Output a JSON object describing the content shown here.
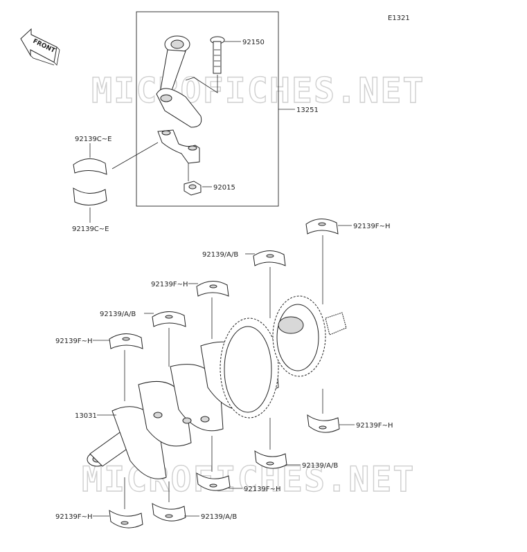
{
  "diagram_id": "E1321",
  "front_label": "FRONT",
  "watermark": "MICROFICHES.NET",
  "labels": {
    "p92150": "92150",
    "p13251": "13251",
    "p92015": "92015",
    "p92139ce_top": "92139C~E",
    "p92139ce_bot": "92139C~E",
    "p92139fh_1": "92139F~H",
    "p92139ab_1": "92139/A/B",
    "p92139fh_2": "92139F~H",
    "p92139ab_2": "92139/A/B",
    "p92139fh_3": "92139F~H",
    "p13031": "13031",
    "p92139fh_4": "92139F~H",
    "p92139ab_3": "92139/A/B",
    "p92139fh_5": "92139F~H",
    "p92139fh_6": "92139F~H",
    "p92139ab_4": "92139/A/B"
  },
  "icons": {
    "front_arrow": "front-arrow-icon"
  }
}
